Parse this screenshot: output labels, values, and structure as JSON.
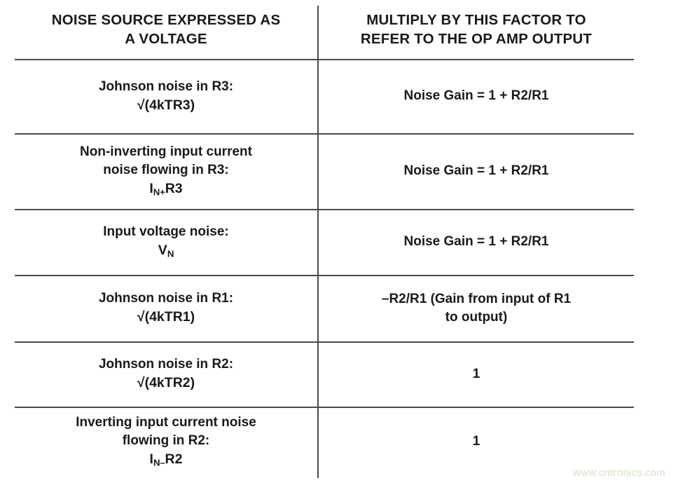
{
  "table": {
    "headers": {
      "left": [
        "NOISE SOURCE EXPRESSED AS",
        "A VOLTAGE"
      ],
      "right": [
        "MULTIPLY BY THIS FACTOR TO",
        "REFER TO THE OP AMP OUTPUT"
      ]
    },
    "rows": [
      {
        "left": {
          "lines": [
            "Johnson noise in R3:"
          ],
          "formula_plain": "√(4kTR3)",
          "formula_base": "√(4kTR3)",
          "formula_sub": "",
          "formula_tail": ""
        },
        "right": {
          "lines": [
            "Noise Gain = 1 + R2/R1"
          ]
        }
      },
      {
        "left": {
          "lines": [
            "Non-inverting input current",
            "noise flowing in R3:"
          ],
          "formula_plain": "IN+R3",
          "formula_base": "I",
          "formula_sub": "N+",
          "formula_tail": "R3"
        },
        "right": {
          "lines": [
            "Noise Gain = 1 + R2/R1"
          ]
        }
      },
      {
        "left": {
          "lines": [
            "Input voltage noise:"
          ],
          "formula_plain": "VN",
          "formula_base": "V",
          "formula_sub": "N",
          "formula_tail": ""
        },
        "right": {
          "lines": [
            "Noise Gain = 1 + R2/R1"
          ]
        }
      },
      {
        "left": {
          "lines": [
            "Johnson noise in R1:"
          ],
          "formula_plain": "√(4kTR1)",
          "formula_base": "√(4kTR1)",
          "formula_sub": "",
          "formula_tail": ""
        },
        "right": {
          "lines": [
            "–R2/R1 (Gain from input of R1",
            "to output)"
          ]
        }
      },
      {
        "left": {
          "lines": [
            "Johnson noise in R2:"
          ],
          "formula_plain": "√(4kTR2)",
          "formula_base": "√(4kTR2)",
          "formula_sub": "",
          "formula_tail": ""
        },
        "right": {
          "lines": [
            "1"
          ]
        }
      },
      {
        "left": {
          "lines": [
            "Inverting input current noise",
            "flowing in R2:"
          ],
          "formula_plain": "IN–R2",
          "formula_base": "I",
          "formula_sub": "N–",
          "formula_tail": "R2"
        },
        "right": {
          "lines": [
            "1"
          ]
        }
      }
    ]
  },
  "watermark": "www.cntronics.com",
  "colors": {
    "rule": "#4a4a4a",
    "text": "#1a1a1a",
    "watermark": "#cfe6c4",
    "background": "#ffffff"
  }
}
